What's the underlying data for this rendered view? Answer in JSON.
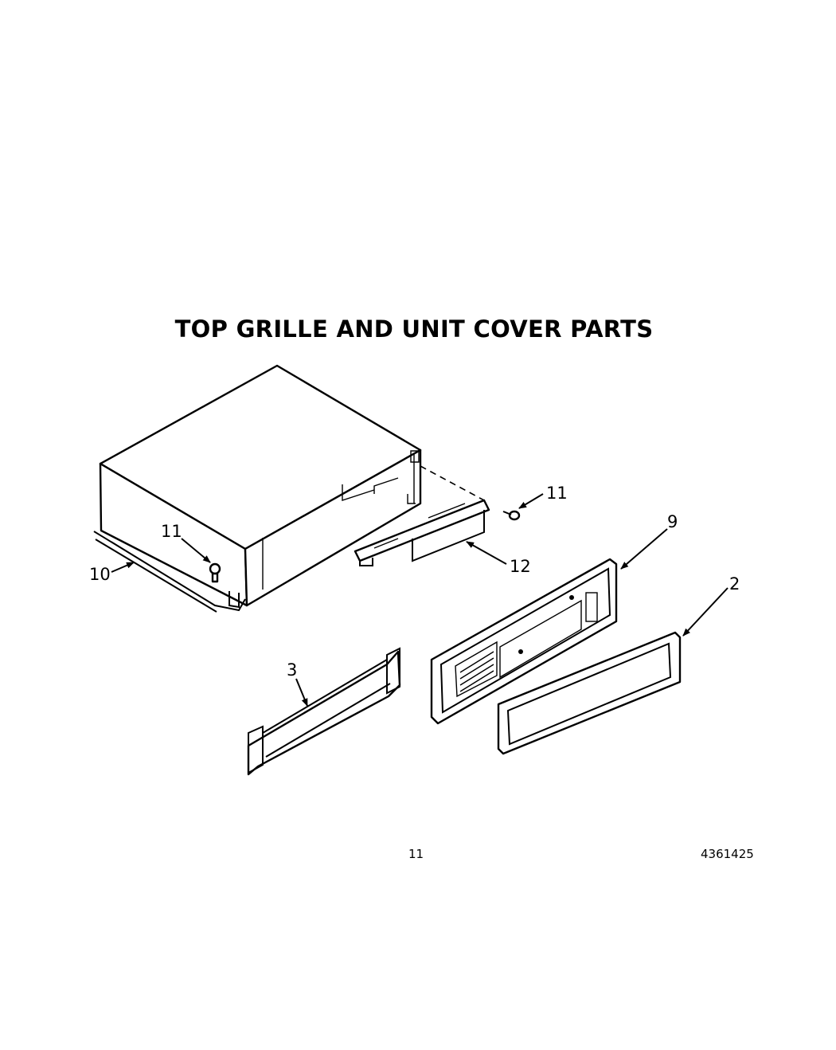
{
  "title": "TOP GRILLE AND UNIT COVER PARTS",
  "callouts": {
    "screw_right": "11",
    "screw_left": "11",
    "grille_frame": "9",
    "grille_trim": "2",
    "mounting_bracket": "12",
    "unit_cover": "10",
    "support_channel": "3"
  },
  "footer": {
    "page_number": "11",
    "document_number": "4361425"
  }
}
